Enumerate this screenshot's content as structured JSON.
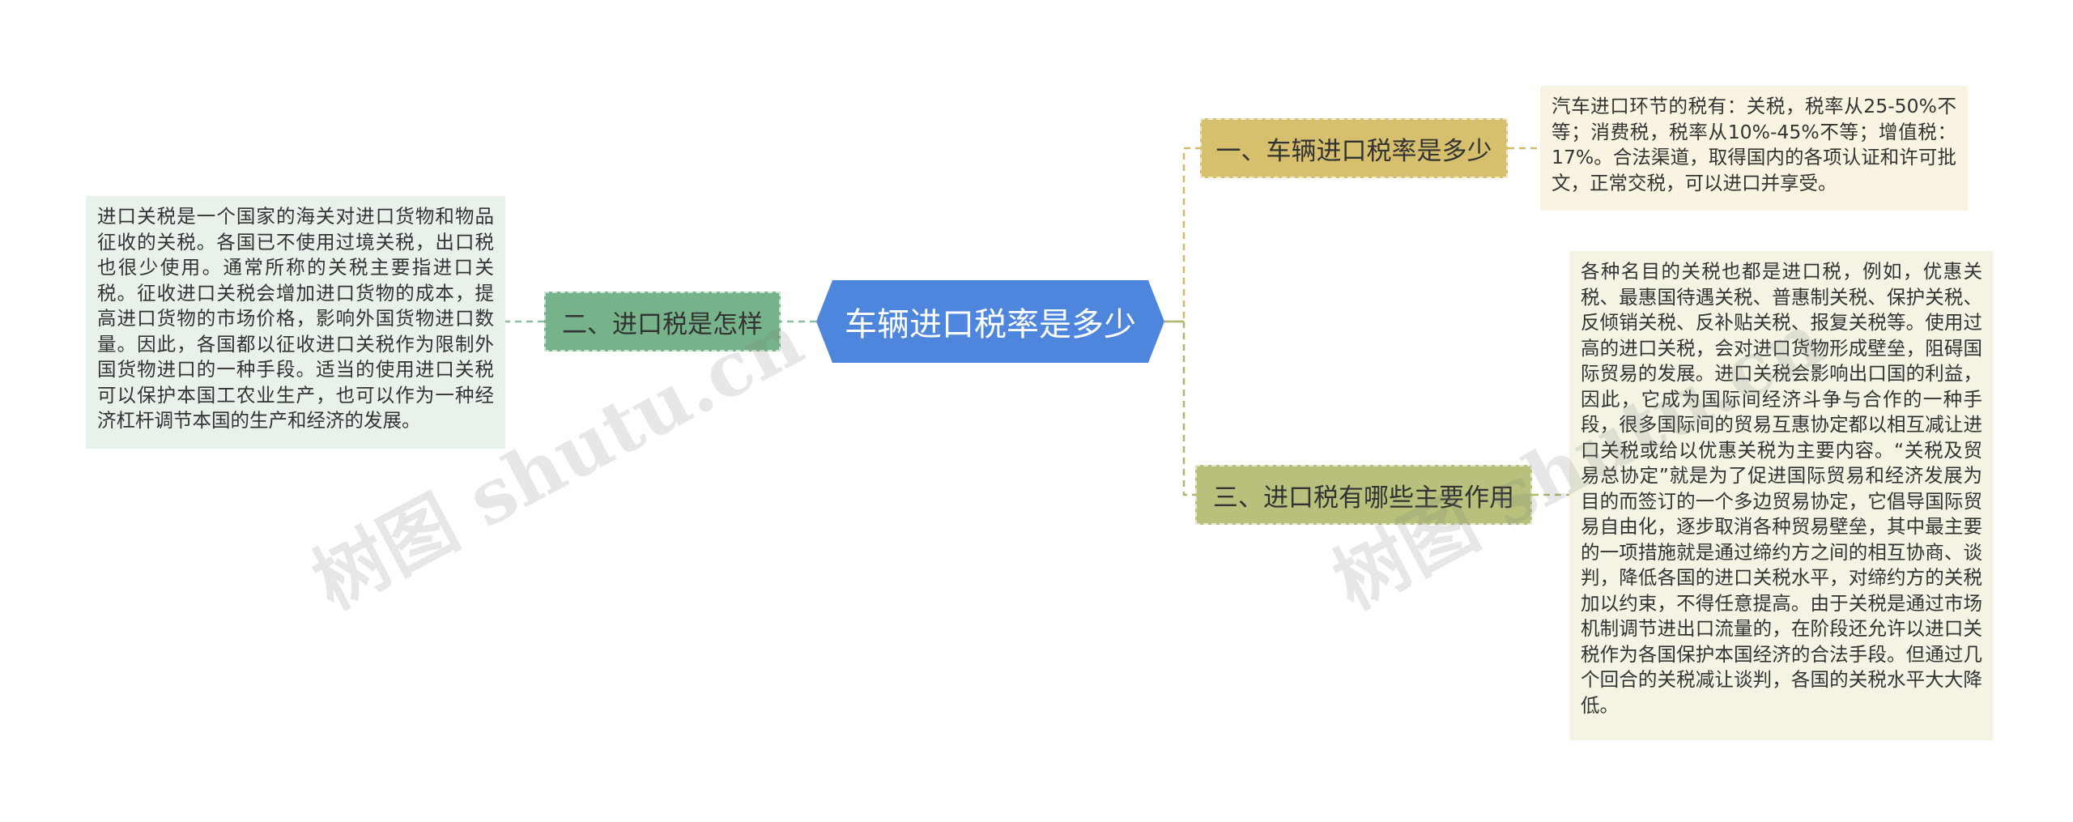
{
  "watermark": "树图 shutu.cn",
  "root": {
    "label": "车辆进口税率是多少"
  },
  "branches": [
    {
      "label": "一、车辆进口税率是多少",
      "detail": "汽车进口环节的税有：关税，税率从25-50%不等；消费税，税率从10%-45%不等；增值税：17%。合法渠道，取得国内的各项认证和许可批文，正常交税，可以进口并享受。"
    },
    {
      "label": "二、进口税是怎样",
      "detail": "进口关税是一个国家的海关对进口货物和物品征收的关税。各国已不使用过境关税，出口税也很少使用。通常所称的关税主要指进口关税。征收进口关税会增加进口货物的成本，提高进口货物的市场价格，影响外国货物进口数量。因此，各国都以征收进口关税作为限制外国货物进口的一种手段。适当的使用进口关税可以保护本国工农业生产，也可以作为一种经济杠杆调节本国的生产和经济的发展。"
    },
    {
      "label": "三、进口税有哪些主要作用",
      "detail": "各种名目的关税也都是进口税，例如，优惠关税、最惠国待遇关税、普惠制关税、保护关税、反倾销关税、反补贴关税、报复关税等。使用过高的进口关税，会对进口货物形成壁垒，阻碍国际贸易的发展。进口关税会影响出口国的利益，因此，它成为国际间经济斗争与合作的一种手段，很多国际间的贸易互惠协定都以相互减让进口关税或给以优惠关税为主要内容。“关税及贸易总协定”就是为了促进国际贸易和经济发展为目的而签订的一个多边贸易协定，它倡导国际贸易自由化，逐步取消各种贸易壁垒，其中最主要的一项措施就是通过缔约方之间的相互协商、谈判，降低各国的进口关税水平，对缔约方的关税加以约束，不得任意提高。由于关税是通过市场机制调节进出口流量的，在阶段还允许以进口关税作为各国保护本国经济的合法手段。但通过几个回合的关税减让谈判，各国的关税水平大大降低。"
    }
  ],
  "colors": {
    "root": "#4f86dd",
    "branch1": "#d6c06d",
    "branch2": "#76b38a",
    "branch3": "#b8c07c",
    "connector1": "#d2b968",
    "connector2": "#8cbf9b",
    "connector3": "#b0b86f"
  }
}
